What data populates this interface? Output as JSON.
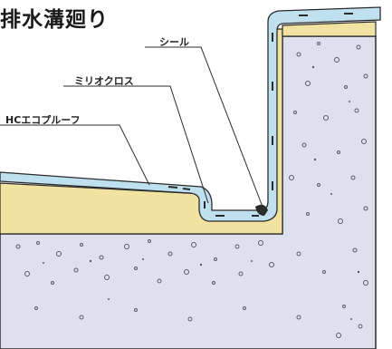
{
  "title": "排水溝廻り",
  "labels": {
    "seal": "シール",
    "mesh": "ミリオクロス",
    "membrane": "HCエコプルーフ"
  },
  "colors": {
    "concrete": "#dfe0ee",
    "mortar": "#f2e2a2",
    "membrane": "#bfe0ef",
    "line": "#2b2b2b",
    "aggregate": "#5a5a6a"
  }
}
